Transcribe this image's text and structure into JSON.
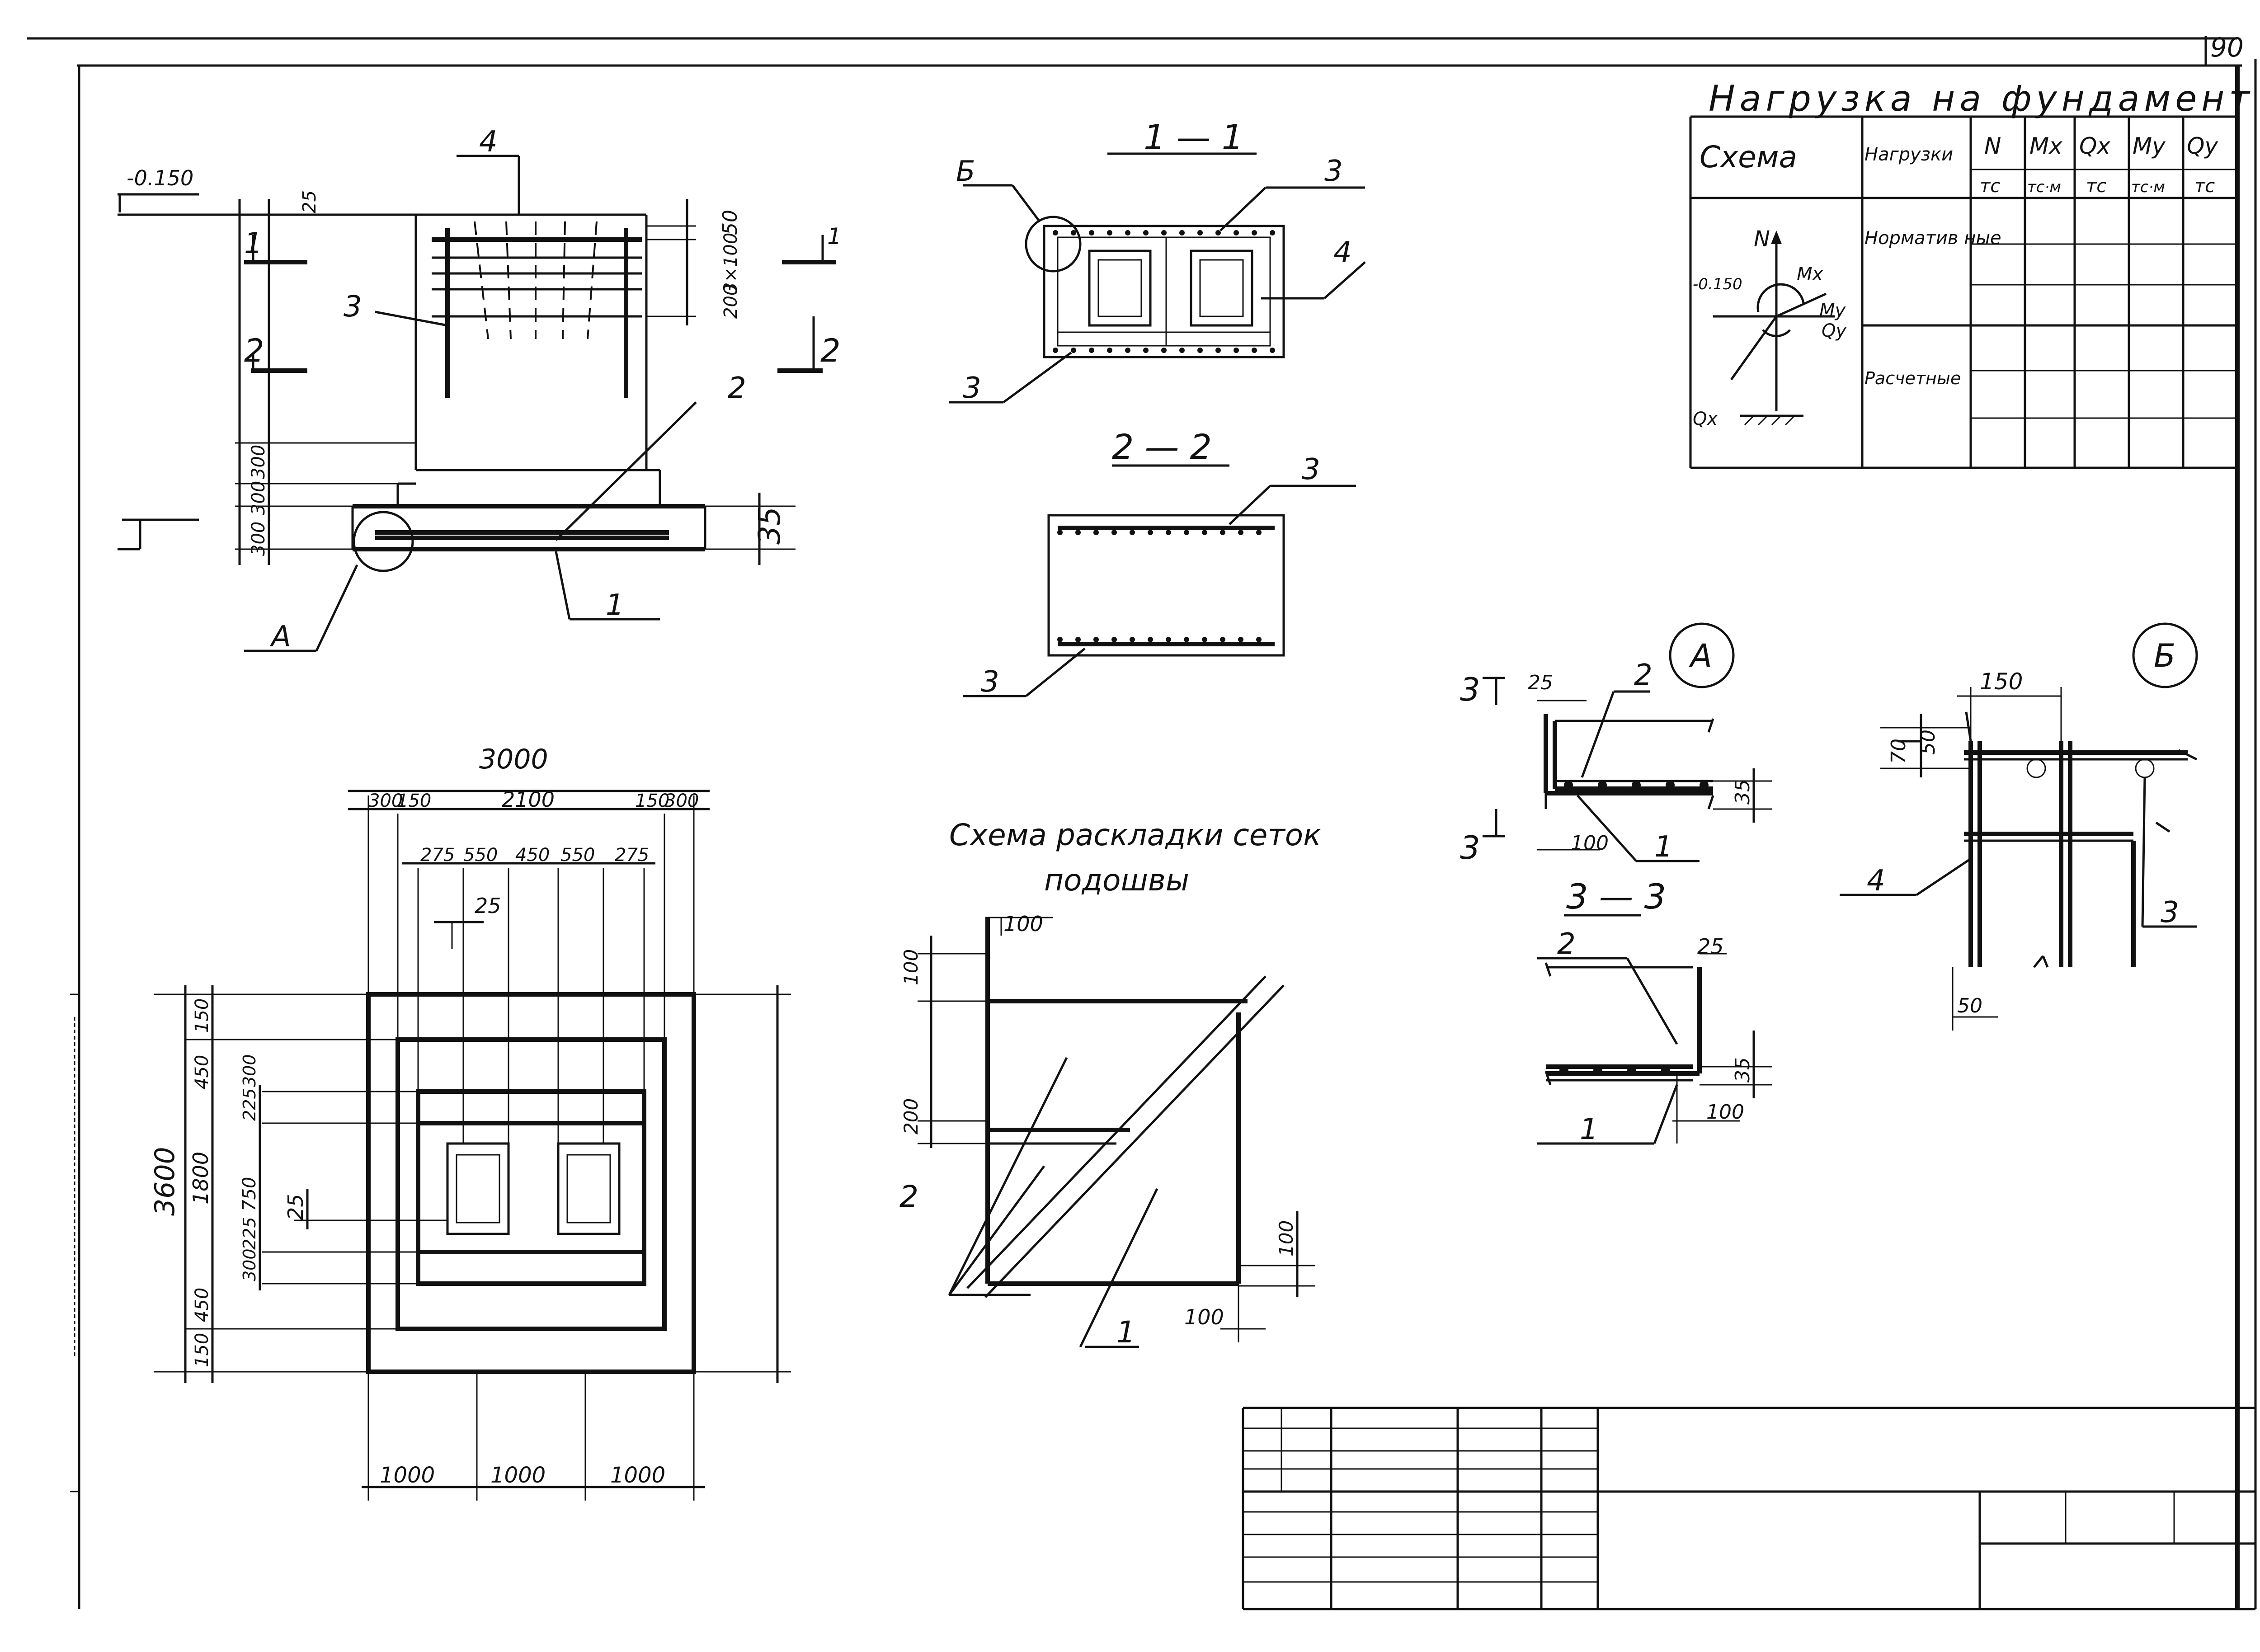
{
  "sheet": {
    "number": "90"
  },
  "loads_table": {
    "title": "Нагрузка на фундамент",
    "headers": {
      "scheme": "Схема",
      "loads": "Нагрузки",
      "N": "N",
      "Mx": "Mx",
      "Qx": "Qx",
      "My": "My",
      "Qy": "Qy"
    },
    "units": {
      "N": "тс",
      "Mx": "тс·м",
      "Qx": "тс",
      "My": "тс·м",
      "Qy": "тс"
    },
    "rows": [
      "Норматив ные",
      "Расчетные"
    ],
    "scheme_labels": {
      "N": "N",
      "Mx": "Mx",
      "My": "My",
      "Qy": "Qy",
      "Qx": "Qx",
      "level": "-0.150"
    }
  },
  "elevation": {
    "level": "-0.150",
    "cut1": "1",
    "cut2": "2",
    "dims_top": [
      "25",
      "50",
      "3×100",
      "200"
    ],
    "dims_left": [
      "300",
      "300",
      "300"
    ],
    "dim_35": "35",
    "callouts": [
      "4",
      "3",
      "2",
      "1",
      "А"
    ]
  },
  "section_1_1": {
    "title": "1 — 1",
    "callouts": [
      "Б",
      "3",
      "4",
      "3"
    ]
  },
  "section_2_2": {
    "title": "2 — 2",
    "callouts": [
      "3",
      "3"
    ]
  },
  "plan": {
    "top_total": "3000",
    "top_row": [
      "300",
      "150",
      "2100",
      "150",
      "300"
    ],
    "top_row2": [
      "275",
      "550",
      "450",
      "550",
      "275"
    ],
    "top_25": "25",
    "left_total": "3600",
    "left_row": [
      "150",
      "450",
      "1800",
      "450",
      "150"
    ],
    "left_row2": [
      "300",
      "225",
      "750",
      "225",
      "300"
    ],
    "left_25": "25",
    "bottom_row": [
      "1000",
      "1000",
      "1000"
    ]
  },
  "mesh_scheme": {
    "title_line1": "Схема раскладки сеток",
    "title_line2": "подошвы",
    "dims": [
      "100",
      "100",
      "200",
      "100",
      "100"
    ],
    "callouts": [
      "2",
      "1"
    ]
  },
  "detail_A": {
    "label": "А",
    "dims": [
      "25",
      "35",
      "100"
    ],
    "cut": "3",
    "callouts": [
      "2",
      "1"
    ]
  },
  "section_3_3": {
    "title": "3 — 3",
    "dims": [
      "25",
      "35",
      "100"
    ],
    "callouts": [
      "2",
      "1"
    ]
  },
  "detail_B": {
    "label": "Б",
    "dims": [
      "150",
      "70",
      "50",
      "50"
    ],
    "callouts": [
      "4",
      "3"
    ]
  }
}
